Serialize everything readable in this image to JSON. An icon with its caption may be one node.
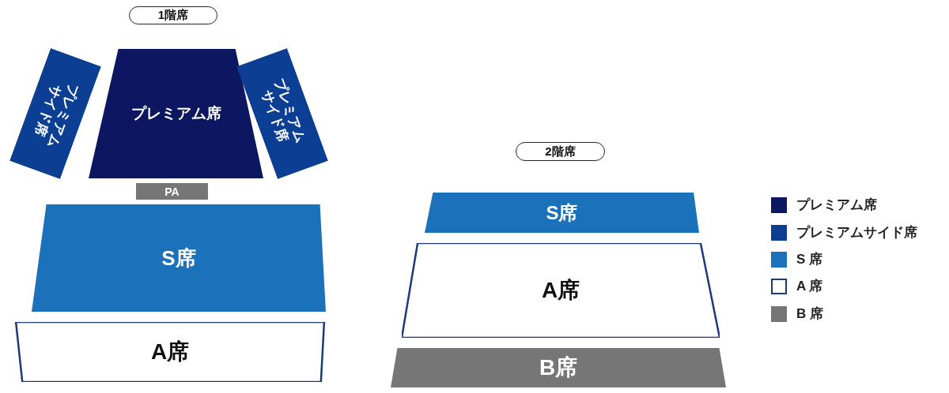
{
  "diagram": {
    "nodes": [
      {
        "text": [
          "1階席"
        ]
      },
      {
        "text": [
          "プレミアムサイド席"
        ]
      },
      {
        "text": [
          "プレミアム席"
        ]
      },
      {
        "text": [
          "プレミアムサイド席"
        ]
      },
      {
        "text": [
          "PA"
        ]
      },
      {
        "text": [
          "S席"
        ]
      },
      {
        "text": [
          "A席"
        ]
      },
      {
        "text": [
          "2階席"
        ]
      },
      {
        "text": [
          "S席"
        ]
      },
      {
        "text": [
          "A席"
        ]
      },
      {
        "text": [
          "B席"
        ]
      }
    ],
    "legend": [
      {
        "text": "プレミアム席",
        "color": "#0d1660"
      },
      {
        "text": "プレミアムサイド席",
        "color": "#0c3f94"
      },
      {
        "text": "S 席",
        "color": "#1b72bb"
      },
      {
        "text": "A 席",
        "color": "#ffffff"
      },
      {
        "text": "B 席",
        "color": "#767676"
      }
    ]
  }
}
